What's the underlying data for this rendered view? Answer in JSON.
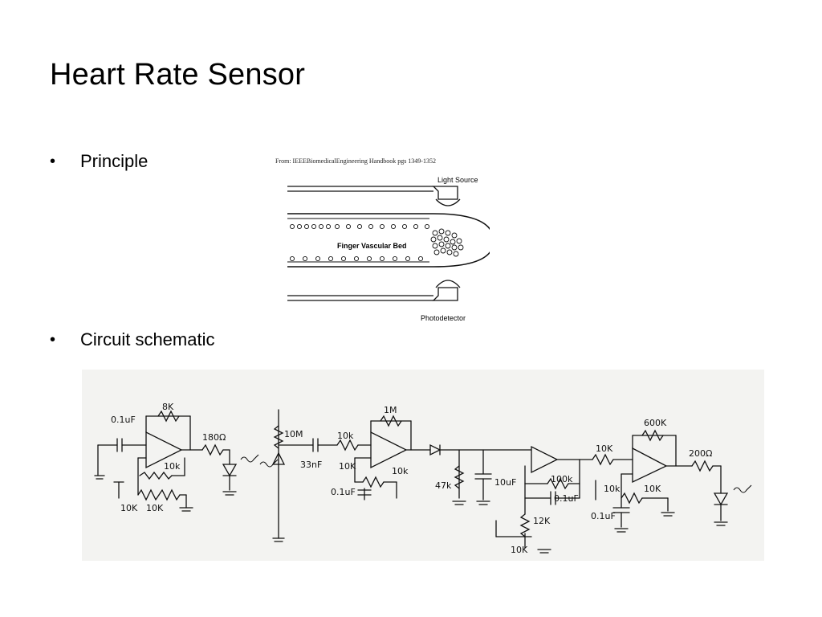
{
  "slide": {
    "title": "Heart Rate Sensor",
    "bullets": [
      "Principle",
      "Circuit schematic"
    ]
  },
  "principle_figure": {
    "source": "From: IEEEBiomedicalEngineering Handbook pgs 1349-1352",
    "labels": {
      "light_source": "Light Source",
      "vascular_bed": "Finger Vascular Bed",
      "photodetector": "Photodetector"
    }
  },
  "schematic": {
    "labels": {
      "c1": "0.1uF",
      "r_feedback1": "8K",
      "r_led": "180Ω",
      "r_bias1": "10k",
      "r_div1": "10K",
      "r_div2": "10K",
      "r_10m": "10M",
      "c_33n": "33nF",
      "r_in2": "10k",
      "r_bias2": "10K",
      "r_feedback2": "1M",
      "r_g2": "10k",
      "c_bias2": "0.1uF",
      "r_47k": "47k",
      "c_10uf": "10uF",
      "r_100k": "100k",
      "c_fb3": "0.1uF",
      "r_12k": "12K",
      "pot_10k": "10K",
      "r_in4": "10K",
      "r_feedback4": "600K",
      "r_bias4": "10k",
      "r_g4": "10K",
      "c_bias4": "0.1uF",
      "r_led2": "200Ω"
    }
  }
}
